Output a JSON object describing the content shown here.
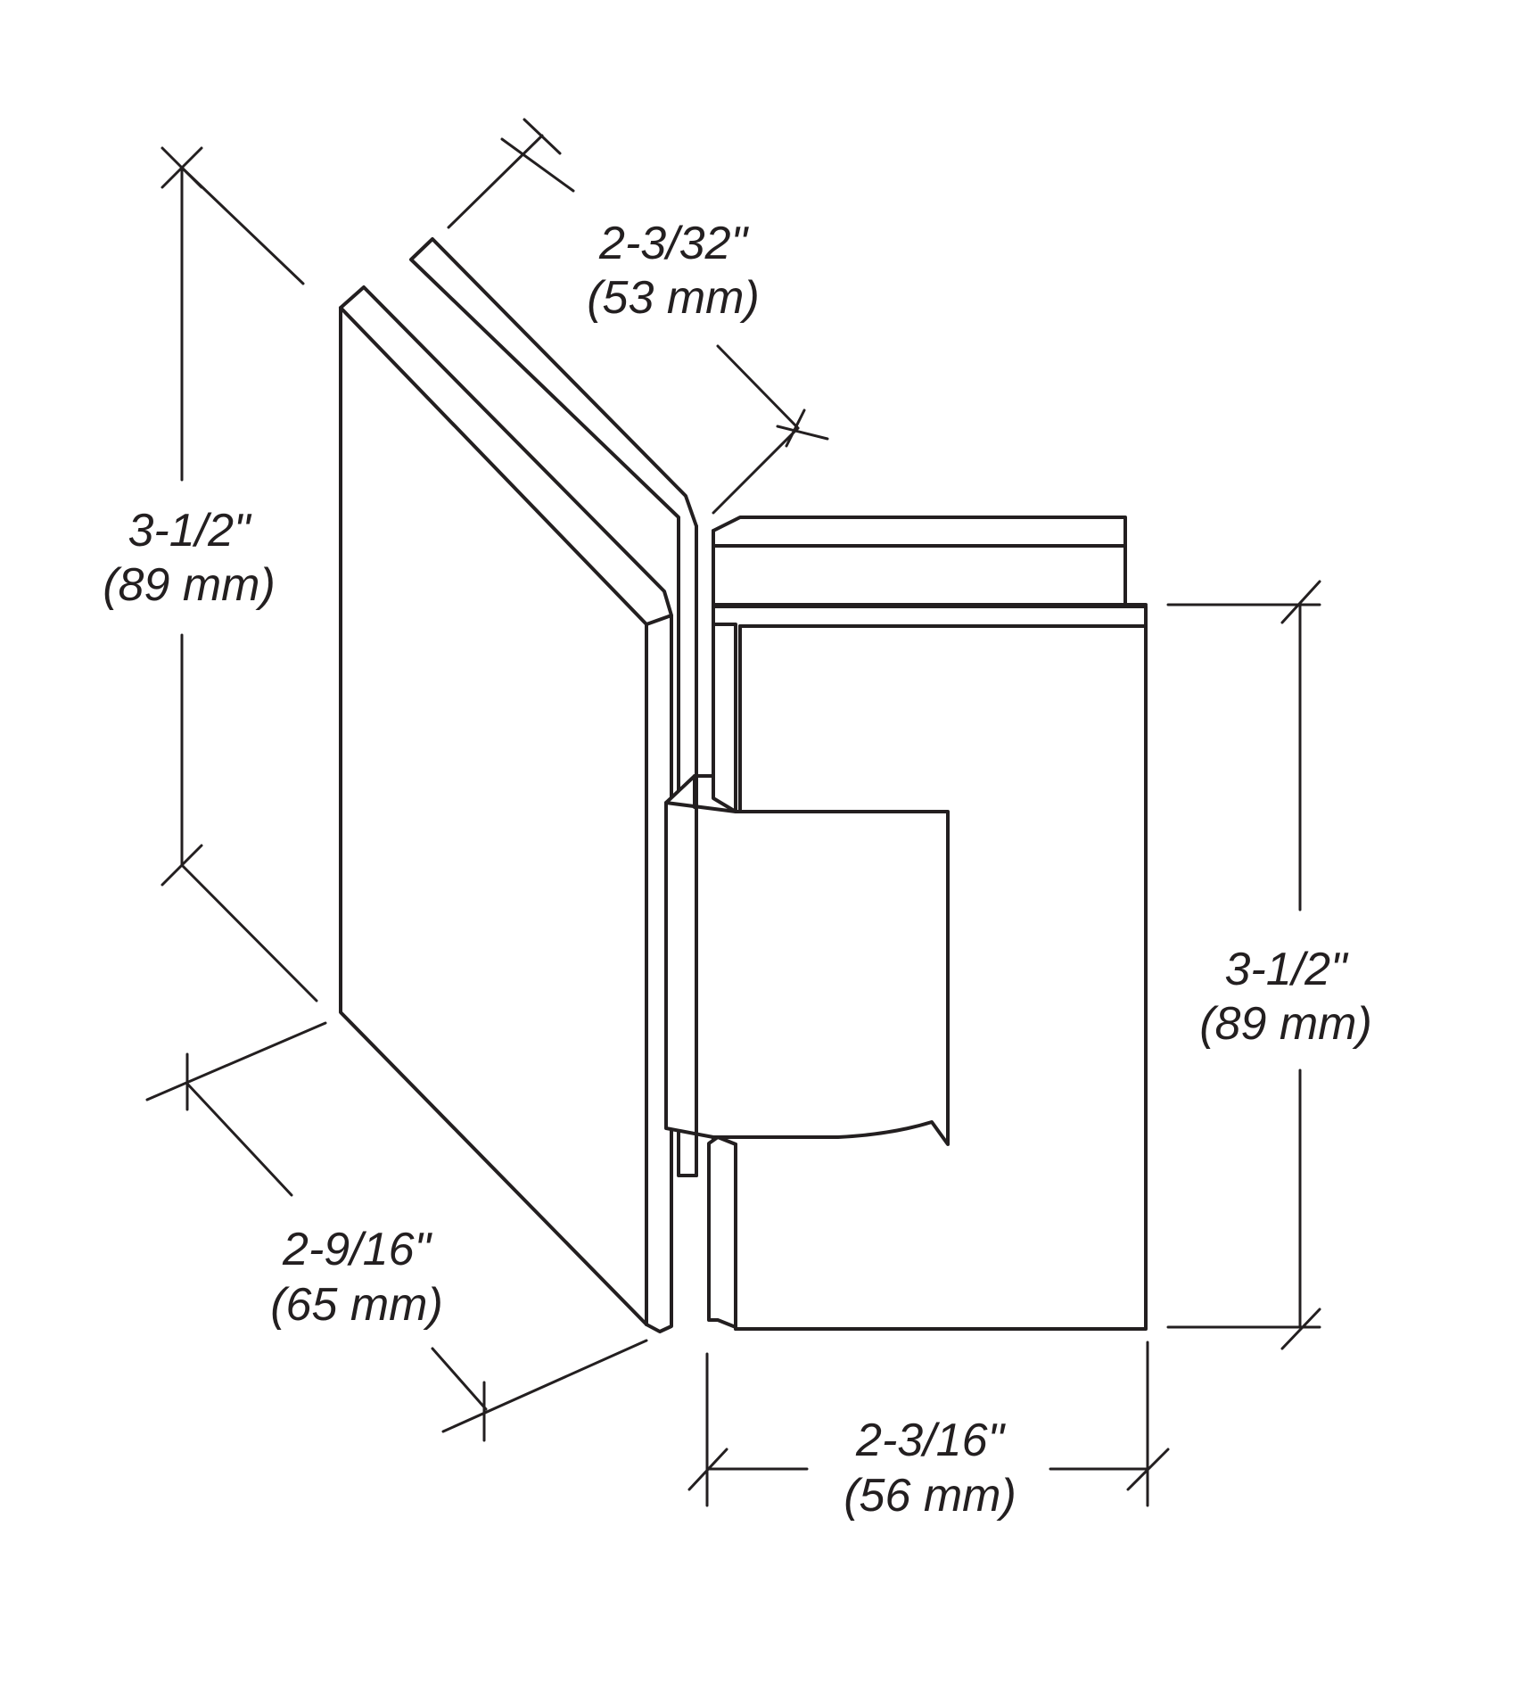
{
  "dimensions": {
    "left_height": {
      "imperial": "3-1/2\"",
      "metric": "(89 mm)"
    },
    "top_depth": {
      "imperial": "2-3/32\"",
      "metric": "(53 mm)"
    },
    "right_height": {
      "imperial": "3-1/2\"",
      "metric": "(89 mm)"
    },
    "bottom_depth": {
      "imperial": "2-9/16\"",
      "metric": "(65 mm)"
    },
    "bottom_width": {
      "imperial": "2-3/16\"",
      "metric": "(56 mm)"
    }
  },
  "colors": {
    "line": "#231f20",
    "background": "#ffffff"
  }
}
